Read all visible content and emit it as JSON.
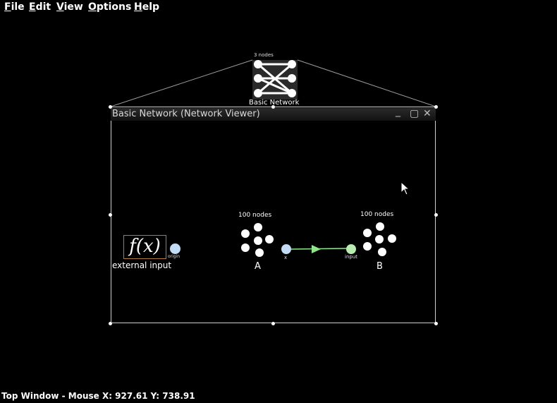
{
  "menu": {
    "file": "File",
    "edit": "Edit",
    "view": "View",
    "options": "Options",
    "help": "Help"
  },
  "top_network": {
    "node_count_label": "3 nodes",
    "name": "Basic Network"
  },
  "viewer_window": {
    "title": "Basic Network (Network Viewer)",
    "minimize_glyph": "_",
    "maximize_glyph": "▢",
    "close_glyph": "✕"
  },
  "function_input": {
    "symbol": "f(x)",
    "origin_label": "origin",
    "name": "external input"
  },
  "ensemble_a": {
    "node_count_label": "100 nodes",
    "name": "A",
    "terminal_label": "x"
  },
  "ensemble_b": {
    "node_count_label": "100 nodes",
    "name": "B",
    "terminal_label": "input"
  },
  "status": {
    "text": "Top Window - Mouse X: 927.61 Y: 738.91"
  },
  "colors": {
    "background": "#000000",
    "terminal_blue": "#c3dcf6",
    "terminal_green": "#b8ecb0",
    "projection_arrow": "#8ee88a",
    "function_border": "#b07a3a"
  },
  "icons": {
    "network": "network-graph-icon",
    "cursor": "mouse-pointer-icon"
  }
}
